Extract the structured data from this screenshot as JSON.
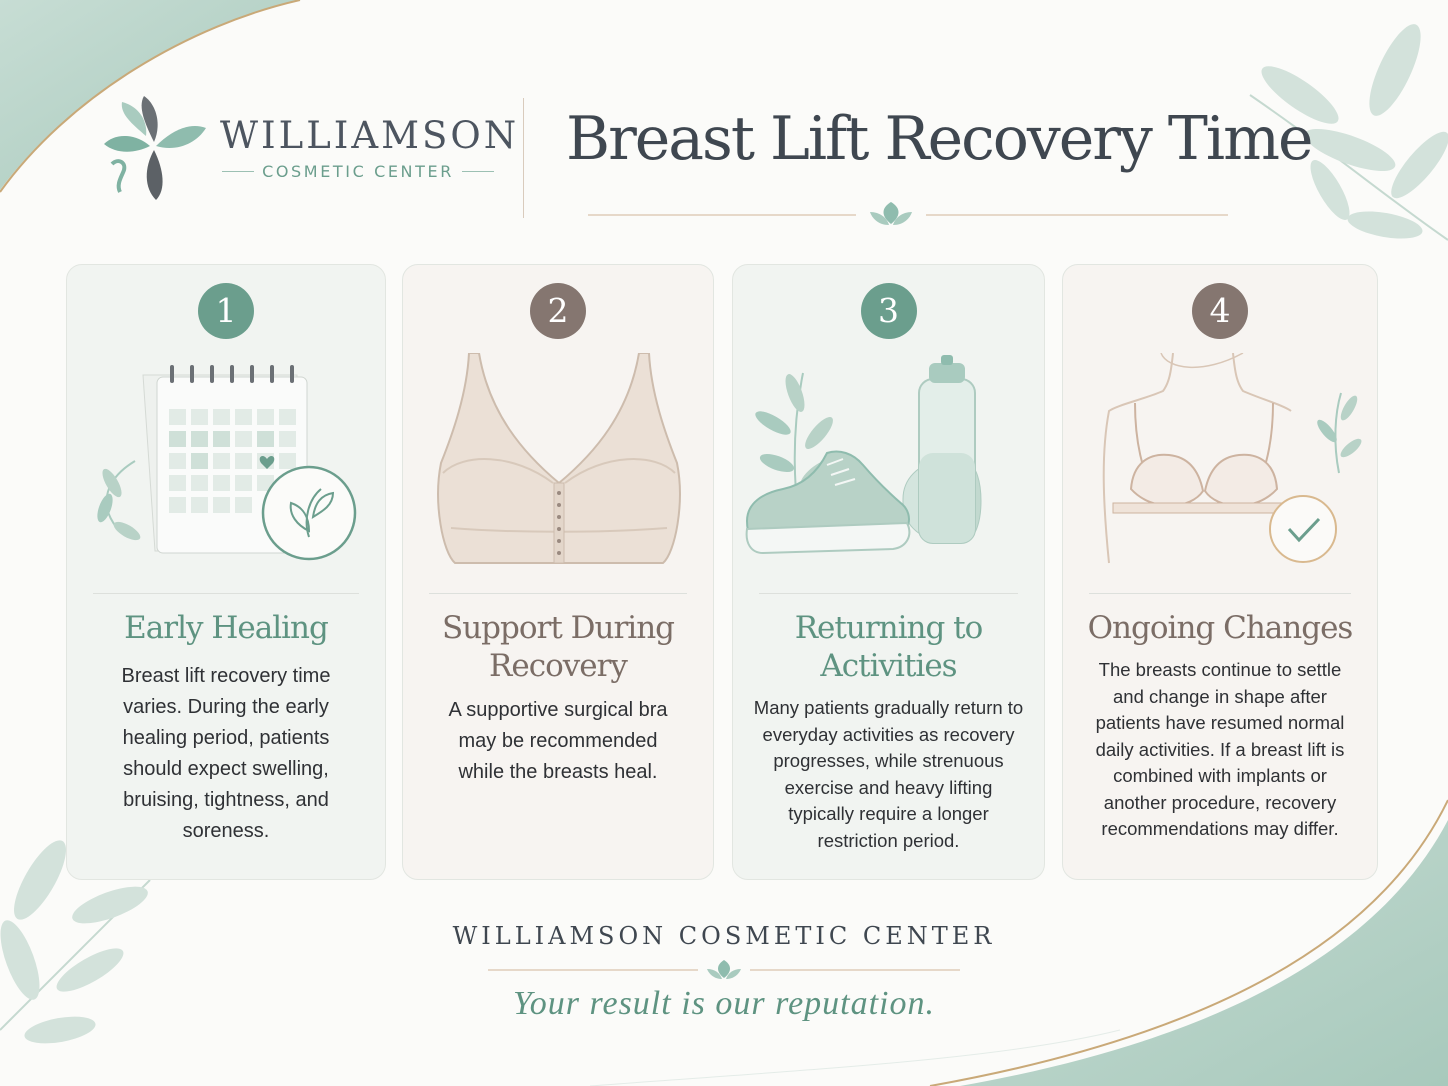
{
  "brand": {
    "name": "WILLIAMSON",
    "sub": "COSMETIC CENTER"
  },
  "page_title": "Breast Lift Recovery Time",
  "colors": {
    "sage": "#6b9e8d",
    "taupe": "#857670",
    "heading_dark": "#3f4750",
    "background": "#fbfbf9"
  },
  "cards": [
    {
      "number": "1",
      "heading": "Early Healing",
      "body": "Breast lift recovery time varies. During the early healing period, patients should expect swelling, bruising, tightness, and soreness.",
      "icon": "calendar-icon"
    },
    {
      "number": "2",
      "heading": "Support During Recovery",
      "body": "A supportive surgical bra may be recommended while the breasts heal.",
      "icon": "surgical-bra-icon"
    },
    {
      "number": "3",
      "heading": "Returning to Activities",
      "body": "Many patients gradually return to everyday activities as recovery progresses, while strenuous exercise and heavy lifting typically require a longer restriction period.",
      "icon": "sneaker-bottle-mat-icon"
    },
    {
      "number": "4",
      "heading": "Ongoing Changes",
      "body": "The breasts continue to settle and change in shape after patients have resumed normal daily activities. If a breast lift is combined with implants or another procedure, recovery recommendations may differ.",
      "icon": "torso-check-icon"
    }
  ],
  "footer": {
    "name": "WILLIAMSON COSMETIC CENTER",
    "tagline": "Your result is our reputation."
  }
}
